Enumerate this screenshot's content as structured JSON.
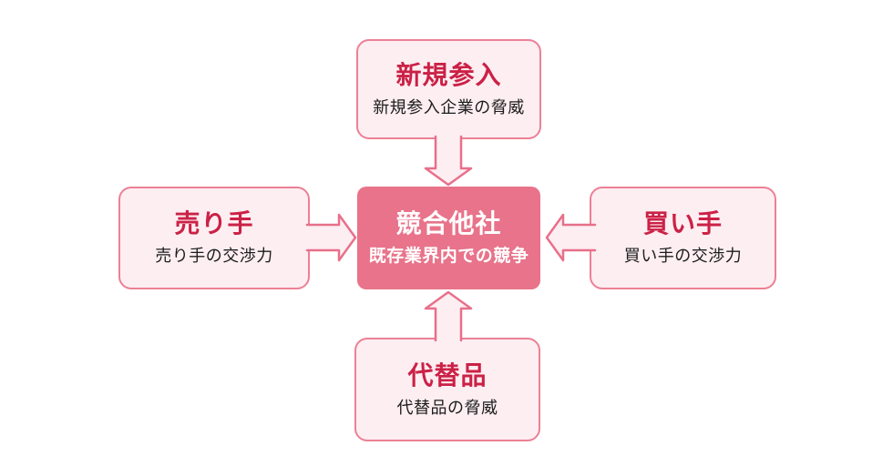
{
  "diagram": {
    "boxes": {
      "top": {
        "title": "新規参入",
        "subtitle": "新規参入企業の脅威"
      },
      "left": {
        "title": "売り手",
        "subtitle": "売り手の交渉力"
      },
      "center": {
        "title": "競合他社",
        "subtitle": "既存業界内での競争"
      },
      "right": {
        "title": "買い手",
        "subtitle": "買い手の交渉力"
      },
      "bottom": {
        "title": "代替品",
        "subtitle": "代替品の脅威"
      }
    },
    "connectors": [
      {
        "from": "top",
        "to": "center",
        "direction": "down"
      },
      {
        "from": "left",
        "to": "center",
        "direction": "right"
      },
      {
        "from": "right",
        "to": "center",
        "direction": "left"
      },
      {
        "from": "bottom",
        "to": "center",
        "direction": "up"
      }
    ]
  },
  "colors": {
    "background": "#ffffff",
    "box_fill": "#fdeef2",
    "box_border": "#ec8095",
    "center_fill": "#e8738a",
    "center_text": "#ffffff",
    "title_red": "#cb2146",
    "subtitle_black": "#1c1c1c",
    "arrow_fill": "#fdeef2",
    "arrow_stroke": "#e8708a"
  }
}
